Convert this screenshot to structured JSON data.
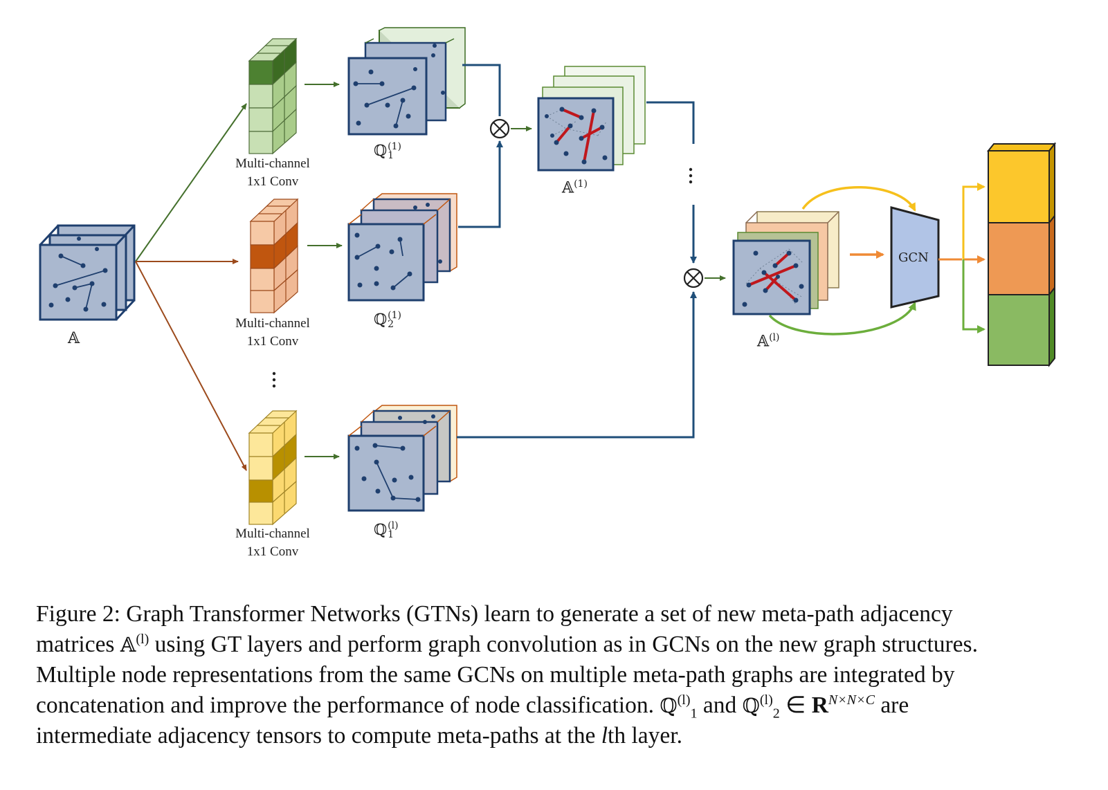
{
  "conv_labels": [
    {
      "line1": "Multi-channel",
      "line2": "1x1 Conv"
    },
    {
      "line1": "Multi-channel",
      "line2": "1x1 Conv"
    },
    {
      "line1": "Multi-channel",
      "line2": "1x1 Conv"
    }
  ],
  "tensor_labels": {
    "input": "𝔸",
    "q1_top": {
      "base": "ℚ",
      "sub": "1",
      "sup": "(1)"
    },
    "q2_mid": {
      "base": "ℚ",
      "sub": "2",
      "sup": "(1)"
    },
    "q1_bot": {
      "base": "ℚ",
      "sub": "1",
      "sup": "(l)"
    },
    "a1": {
      "base": "𝔸",
      "sup": "(1)"
    },
    "al": {
      "base": "𝔸",
      "sup": "(l)"
    }
  },
  "gcn_label": "GCN",
  "operators": {
    "multiply": "⊗"
  },
  "ellipsis": "⋮",
  "colors": {
    "blue_edge": "#1f3f6e",
    "blue_fill": "#aab8cf",
    "green": "#3c6b22",
    "green_light": "#c8e0b4",
    "green_dark": "#5a8a32",
    "orange": "#c0560f",
    "orange_light": "#f6c9a6",
    "yellow": "#b89000",
    "yellow_light": "#fde79a",
    "red": "#c0171c",
    "out_yellow": "#fcc72c",
    "out_orange": "#ee9954",
    "out_green": "#8aba62",
    "gcn_fill": "#b1c4e6",
    "flow_blue": "#1f4e79",
    "arrow_green": "#44702c",
    "arrow_brown": "#9c4a1c",
    "arrow_yellow": "#f6c01c",
    "arrow_orange": "#ef8a35",
    "arrow_lgreen": "#6cae3c"
  },
  "caption": {
    "line1": "Figure 2: Graph Transformer Networks (GTNs) learn to generate a set of new meta-path adjacency",
    "line2_a": "matrices ",
    "line2_m": "𝔸",
    "line2_sup": "(l)",
    "line2_b": " using GT layers and perform graph convolution as in GCNs on the new graph structures.",
    "line3": "Multiple node representations from the same GCNs on multiple meta-path graphs are integrated by",
    "line4_a": "concatenation and improve the performance of node classification. ",
    "line4_q1": "ℚ",
    "line4_q1_sub": "1",
    "line4_q1_sup": "(l)",
    "line4_and": " and ",
    "line4_q2": "ℚ",
    "line4_q2_sub": "2",
    "line4_q2_sup": "(l)",
    "line4_in": " ∈ ",
    "line4_R": "R",
    "line4_R_sup": "N×N×C",
    "line4_b": " are",
    "line5_a": "intermediate adjacency tensors to compute meta-paths at the ",
    "line5_l": "l",
    "line5_b": "th layer."
  }
}
